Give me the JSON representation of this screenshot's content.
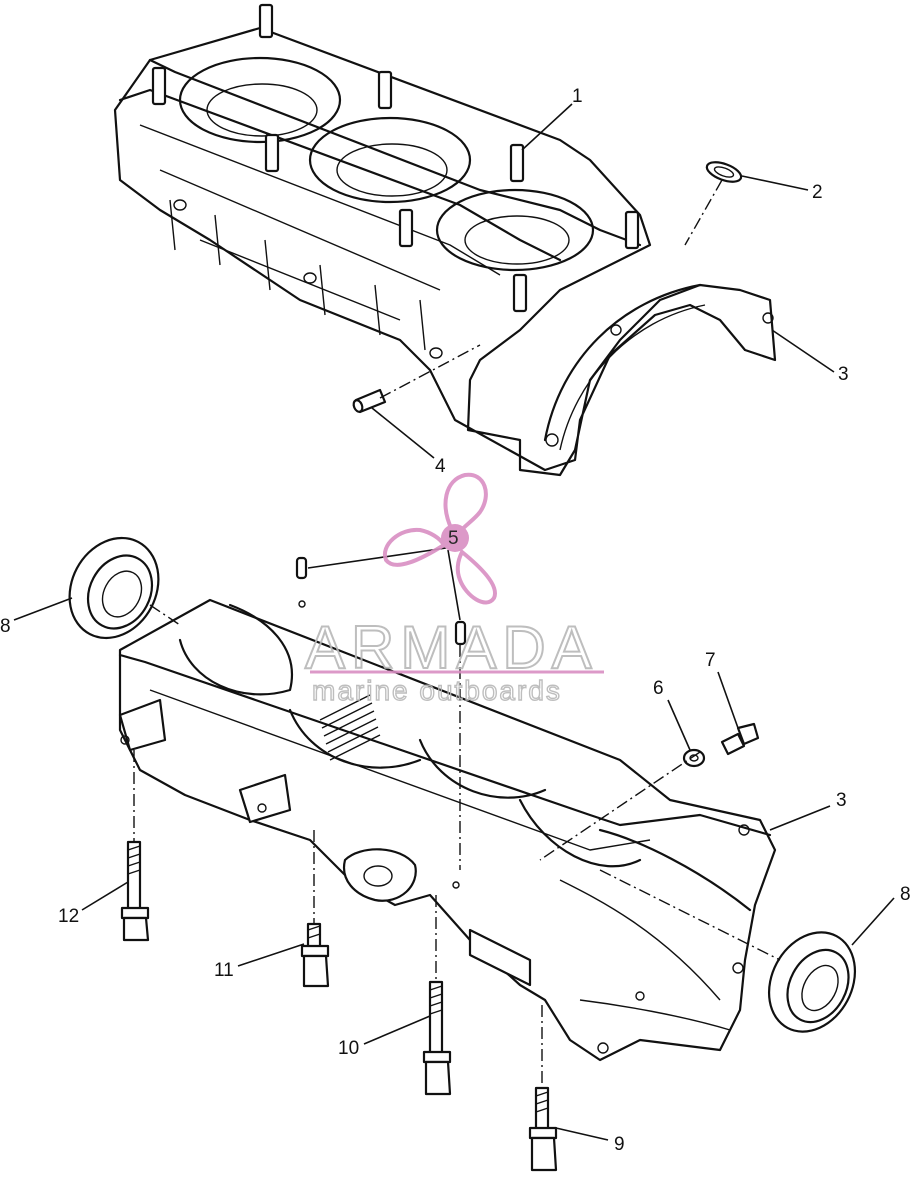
{
  "callouts": {
    "c1": "1",
    "c2": "2",
    "c3_top": "3",
    "c4": "4",
    "c5": "5",
    "c6": "6",
    "c7": "7",
    "c3_bottom": "3",
    "c8_left": "8",
    "c8_right": "8",
    "c9": "9",
    "c10": "10",
    "c11": "11",
    "c12": "12"
  },
  "watermark": {
    "brand": "ARMADA",
    "tagline": "marine outboards",
    "color": "#d98ec3"
  },
  "colors": {
    "line": "#111111",
    "background": "#ffffff"
  }
}
